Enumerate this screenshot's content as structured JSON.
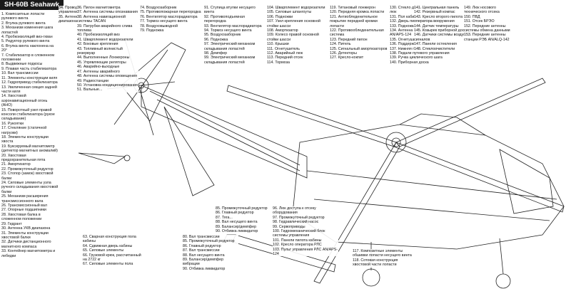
{
  "title": "SH-60B Seahawk",
  "legend": {
    "col1": [
      "1. Композитные лопасти рулевого винта",
      "2. Втулка рулевого винта",
      "3. Механизм изменения шага лопастей",
      "4. Пробкоизоляций виз-гхван",
      "5. Редуктор рулевого винта",
      "6. Втулка винта наклонена на 20°",
      "7. Стабилизатор в сложенном положении",
      "8. Выдвижные подкосы",
      "9. Плавая часть стабилизатора",
      "10. Вал трансмиссии",
      "11. Элементы конструкции киля",
      "12. Гидропривод стабилизатора",
      "13. Увеличенная секция задней части киля",
      "14. Хвостовой аэронавигационный огонь (АНО)",
      "15. Поворотный узел правой консоли стабилизатора (рук­ое складывание)",
      "16. Рукоятки",
      "17. Стекляние (статичной нагрузки)",
      "18. Элементы конструкции хвоста",
      "19. Буксируемый магнитометр (детектор магнитных аномалий)",
      "20. Хвостовая предохранительная пята",
      "21. Амортизатор",
      "22. Промежуточный редуктор",
      "23. Стопор (замок) хвостовой балки",
      "24. Силовые элементы узла ручного складывания хвостовой балки",
      "25. Механизм расширения трансмиссионного вала",
      "26. Трансмиссионный вал",
      "27. Опорные подшипники",
      "28. Хвостовая балка в сложенном положении",
      "29. Гидрант",
      "30. Антенна УКВ диапазона",
      "31. Элементы конструкции хвостовой балки",
      "32. Датчики дистанционного магнитного компаса",
      "33. Контейнер магнитометра и лебедки"
    ],
    "col2": [
      "34. Проводка управления",
      "35. Антенны КВ диапазона"
    ],
    "col3": [
      "36. Пилон магнитометра",
      "37. Антенна системы опознавания",
      "38. Антенна навигационной системы TACAN",
      "39. Патрубки аварийного сл­ива топлива",
      "40. Пробкоизоляций виз",
      "41. Шварплемент водорезатели",
      "42. Боковые крепления",
      "43. Топливный в­олнистый резервуар",
      "44. Выполненные Лонжероны",
      "45. Упрявляющие реляторы",
      "46. Аварийно-выходные",
      "47. Антенны аварийного",
      "48. Антенна системы оповещения",
      "49. Радиостанции",
      "50. Установка кондиционирования",
      "51. Вальные..."
    ],
    "col4": [
      "74. Воздухозаборник",
      "75. Противопожарная перегородка",
      "76. Вентилятор маслорадиатора",
      "77. Тормоз несущего винта",
      "78. Воздуховыводной",
      "79. Подножка"
    ],
    "col5": [
      "91. Ступица втулки несущего винта",
      "92. Противоподъемная перегородка",
      "93. Вентилятор маслорадиатора",
      "94. Тормоз несущего винта",
      "95. Воздухозаборник",
      "96. Подножка",
      "97. Электрический механизм складывания лопастей",
      "98. Демпфер",
      "99. Электрический механизм складывания лопастей"
    ],
    "col6": [
      "104. Шварплемент водорезатели",
      "105. Силовые шпангоуты",
      "106. Подножки",
      "107. Узел крепления основной стойки шасси",
      "108. Амортизатор",
      "109. Колесо правой основной стойки шасси",
      "110. Крышки",
      "111. Огнетушитель",
      "112. Аварийный люк",
      "113. Передний отсек",
      "114. Тормоза"
    ],
    "col7": [
      "119. Титановый лонжерон",
      "120. Передняя кромка лопасти",
      "121. Антиобледенительное покрытие передней кромки лопасти",
      "122. Противообледенительная система",
      "123. Передний пилон",
      "124. Пит­ель",
      "125. Сигнальный амортизаторов",
      "126. Детекторы",
      "127. Кресло-кокпит"
    ],
    "col8": [
      "130. Стекло двери/аварийный люк",
      "131. Пол кабины",
      "132. Дверь пилотской кабины",
      "133. Подножка",
      "134. Антенна поисковой РЛС AN/APS-124",
      "135. Огнетушитель РЛС",
      "136. Поддержка фары",
      "137. Нижняя панель остекления",
      "138. Педали путевого управления",
      "139. Ручка циклического шага",
      "140. Приборная доска"
    ],
    "col9": [
      "141. Центральная панель",
      "142. Резервный компас",
      "143. Кресло второго пилота — оператора вооружения",
      "144. Датчик температуры",
      "145. Козырек приборной доски",
      "146. Датчики системы воздушных сигналов",
      "147. Панели остекления",
      "148. Стеклоочистители"
    ],
    "col10": [
      "149. Люк носового технического отсека",
      "150. ПВД",
      "151. Отсек БРЭО",
      "152. Передние антенны системы обмена данными",
      "153. Передние антенны станции РЭБ AN/ALQ-142"
    ],
    "col11": [],
    "col12": [
      "63. Сварная конструкция пола кабины",
      "64. Сдвижная дверь кабины",
      "65. Силовые элементы",
      "66. Грузовой крюк, рассчитанный на 2722 кг",
      "67. Силовые элементы пола"
    ],
    "col13": [
      "80. Вал трансмиссии",
      "85. Промежуточный редуктор",
      "86. Главный редуктор",
      "87. Вал трансмиссии",
      "88. Вал несущего винта",
      "89. Балансир/демпфер вибрации",
      "90. Отбивка ликвидатор"
    ],
    "col14": [
      "85. Промежуточный редуктор",
      "86. Главный редуктор",
      "87. Тяга...",
      "88. Вал несущего винта",
      "89. Балансир/демпфер",
      "90. Отбивка ликвидатор"
    ],
    "col15": [
      "96. Люк доступа к отсеку оборудования",
      "97. Промежуточный редуктор",
      "98. Гидравлический насос",
      "99. Сервоприводы",
      "100. Гидромеханический блок системы управления",
      "101. Панели пилота кабины",
      "102. Кресло оператора РЛС",
      "103. Пульт управления РЛС AN/APS-124"
    ],
    "col16": [
      "117. Композитные элементы обшивки лопасти несущего винта",
      "118. Сотовая конструкция хвостовой части лопасти"
    ]
  }
}
